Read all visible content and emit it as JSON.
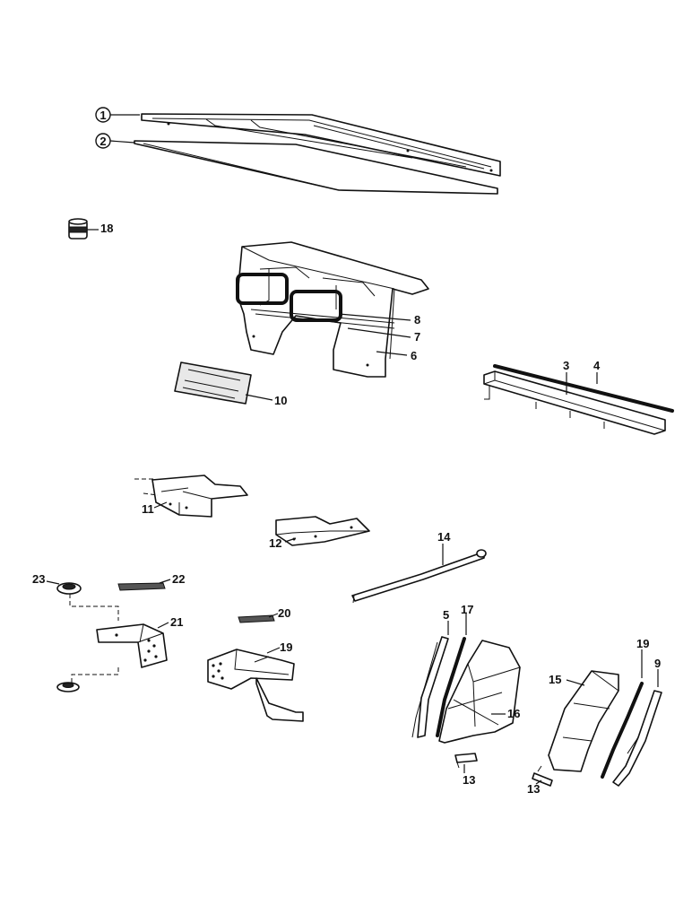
{
  "labels": {
    "p1": "1",
    "p2": "2",
    "p3": "3",
    "p4": "4",
    "p5": "5",
    "p6": "6",
    "p7": "7",
    "p8": "8",
    "p9": "9",
    "p10": "10",
    "p11": "11",
    "p12": "12",
    "p13a": "13",
    "p13b": "13",
    "p14": "14",
    "p15": "15",
    "p16": "16",
    "p17": "17",
    "p18": "18",
    "p19a": "19",
    "p19b": "19",
    "p20": "20",
    "p21": "21",
    "p22": "22",
    "p23": "23"
  }
}
